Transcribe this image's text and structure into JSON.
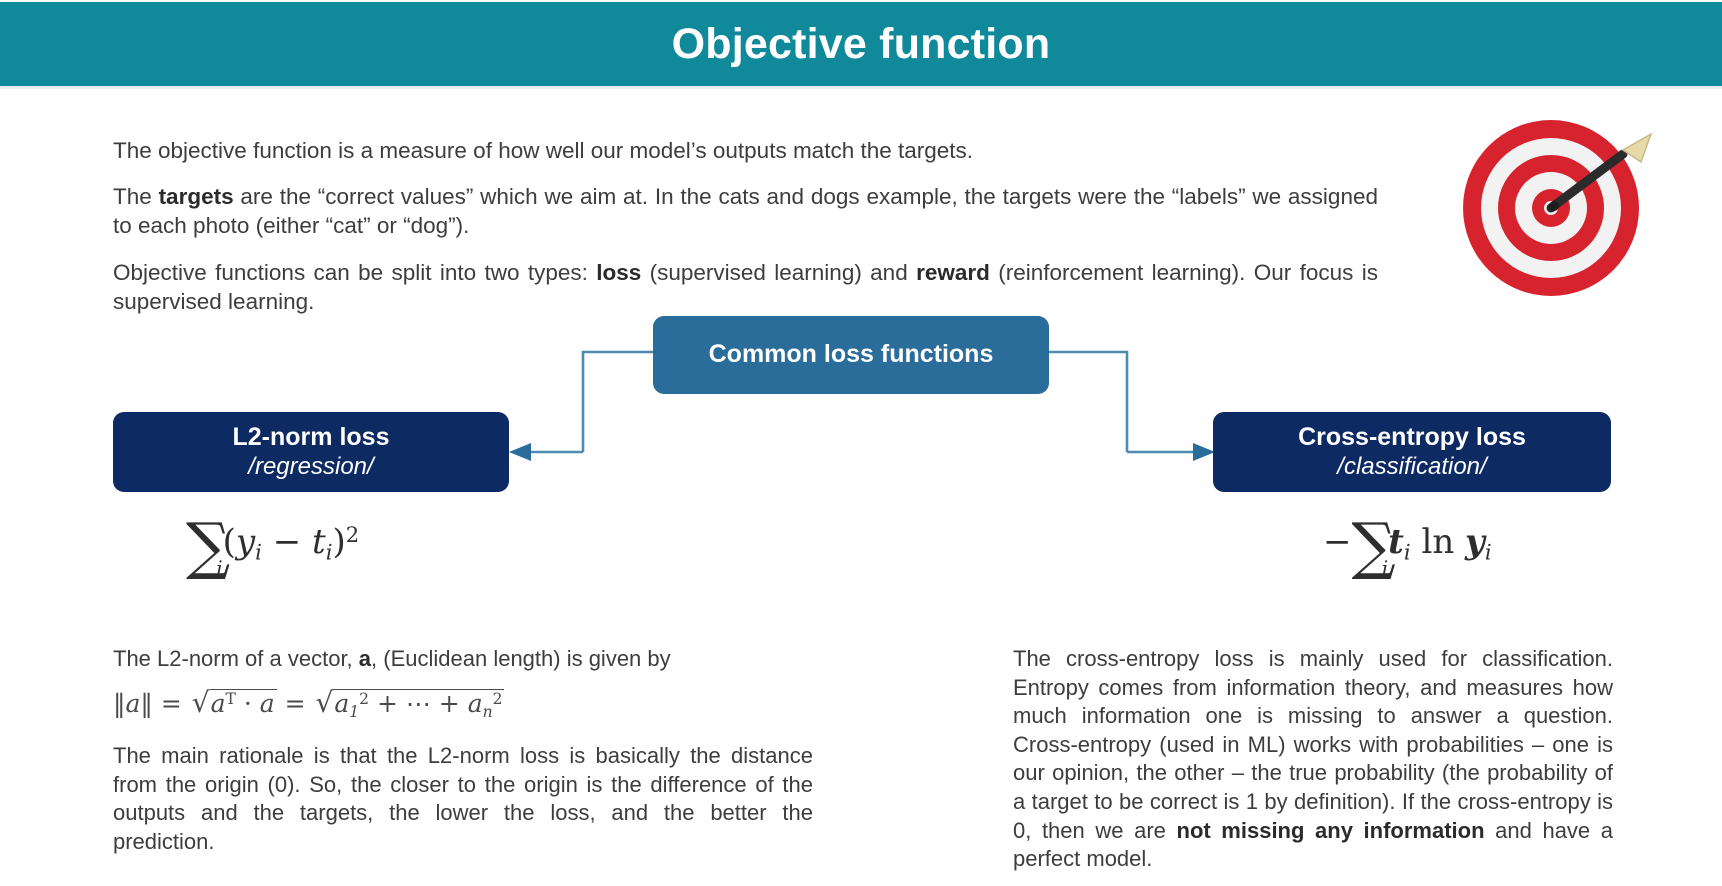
{
  "header": {
    "title": "Objective function",
    "bg_color": "#10899b",
    "text_color": "#ffffff"
  },
  "intro": {
    "paragraph_1": "The objective function is a measure of how well our model’s outputs match the targets.",
    "paragraph_2_parts": [
      {
        "text": "The ",
        "bold": false
      },
      {
        "text": "targets",
        "bold": true
      },
      {
        "text": " are the “correct values” which we aim at. In the cats and dogs example, the targets were the “labels” we assigned to each photo (either “cat” or “dog”).",
        "bold": false
      }
    ],
    "paragraph_3_parts": [
      {
        "text": "Objective functions can be split into two types: ",
        "bold": false
      },
      {
        "text": "loss",
        "bold": true
      },
      {
        "text": " (supervised learning) and ",
        "bold": false
      },
      {
        "text": "reward",
        "bold": true
      },
      {
        "text": " (reinforcement learning). Our focus is supervised learning.",
        "bold": false
      }
    ]
  },
  "illustration": {
    "name": "dartboard-with-dart",
    "ring_red": "#d7232e",
    "ring_white": "#f2f2f2",
    "dart_body": "#2b2b2b"
  },
  "flowchart": {
    "root": {
      "label": "Common loss functions",
      "bg_color": "#2a6c9a",
      "text_color": "#ffffff"
    },
    "connector_color": "#4e8bb0",
    "children": [
      {
        "title": "L2-norm loss",
        "subtitle": "/regression/",
        "bg_color": "#0d2a63",
        "text_color": "#ffffff",
        "arrow_direction": "left"
      },
      {
        "title": "Cross-entropy loss",
        "subtitle": "/classification/",
        "bg_color": "#0d2a63",
        "text_color": "#ffffff",
        "arrow_direction": "right"
      }
    ]
  },
  "formulas": {
    "l2_loss": {
      "plain": "∑_i (y_i − t_i)^2",
      "sum_symbol": "∑",
      "sum_index": "i",
      "open_paren": "(",
      "var_y": "y",
      "minus": "−",
      "var_t": "t",
      "close_paren": ")",
      "power": "2",
      "idx": "i"
    },
    "cross_entropy": {
      "plain": "−∑_i t_i ln y_i",
      "leading_minus": "−",
      "sum_symbol": "∑",
      "sum_index": "i",
      "var_t": "t",
      "ln": "ln",
      "var_y": "y",
      "idx": "i"
    },
    "l2_norm": {
      "plain": "‖a‖ = √(a^T · a) = √(a_1^2 + ⋯ + a_n^2)",
      "norm_bars_open": "‖",
      "var_a": "a",
      "norm_bars_close": "‖",
      "equals": "=",
      "radical": "√",
      "transpose": "T",
      "dot": "·",
      "plus": "+",
      "ellipsis": "⋯",
      "power": "2",
      "sub_1": "1",
      "sub_n": "n"
    }
  },
  "left_column": {
    "text_a_parts": [
      {
        "text": "The L2-norm of a vector, ",
        "bold": false
      },
      {
        "text": "a",
        "bold": true
      },
      {
        "text": ", (Euclidean length) is given by",
        "bold": false
      }
    ],
    "text_b": "The main rationale is that the L2-norm loss is basically the distance from the origin (0). So, the closer to the origin is the difference of the outputs and the targets, the lower the loss, and the better the prediction."
  },
  "right_column": {
    "text_parts": [
      {
        "text": "The cross-entropy loss is mainly used for classification. Entropy comes from information theory, and measures how much information one is missing to answer a question. Cross-entropy (used in ML) works with probabilities – one is our opinion, the other – the true probability (the probability of a target to be correct is 1 by definition). If the cross-entropy is 0, then we are ",
        "bold": false
      },
      {
        "text": "not missing any information",
        "bold": true
      },
      {
        "text": " and have a perfect model.",
        "bold": false
      }
    ]
  }
}
